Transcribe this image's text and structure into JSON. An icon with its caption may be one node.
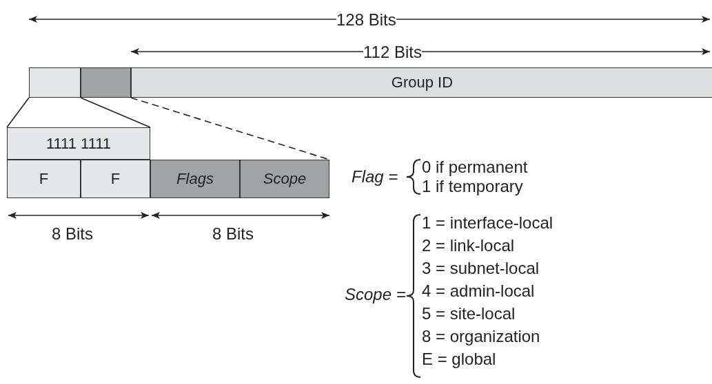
{
  "diagram": {
    "nodes": [
      {
        "text": [],
        "shape": "box"
      },
      {
        "text": [],
        "shape": "box"
      },
      {
        "text": [
          "Group ID"
        ]
      },
      {
        "text": [
          "1111 1111"
        ]
      },
      {
        "text": [
          "F"
        ]
      },
      {
        "text": [
          "F"
        ]
      },
      {
        "text": [
          "Flags"
        ]
      },
      {
        "text": [
          "Scope"
        ]
      }
    ],
    "edges": [
      {
        "from": 0,
        "to": 3,
        "arrow": "none"
      },
      {
        "from": 0,
        "to": 3,
        "arrow": "none"
      },
      {
        "from": 1,
        "to": 7,
        "arrow": "none",
        "style": "dashed"
      }
    ],
    "labels": [
      "128 Bits",
      "112 Bits",
      "8 Bits",
      "8 Bits",
      "Flag =",
      "0 if permanent",
      "1 if temporary",
      "Scope =",
      "1 = interface-local",
      "2 = link-local",
      "3 = subnet-local",
      "4 = admin-local",
      "5 = site-local",
      "8 = organization",
      "E = global"
    ]
  }
}
